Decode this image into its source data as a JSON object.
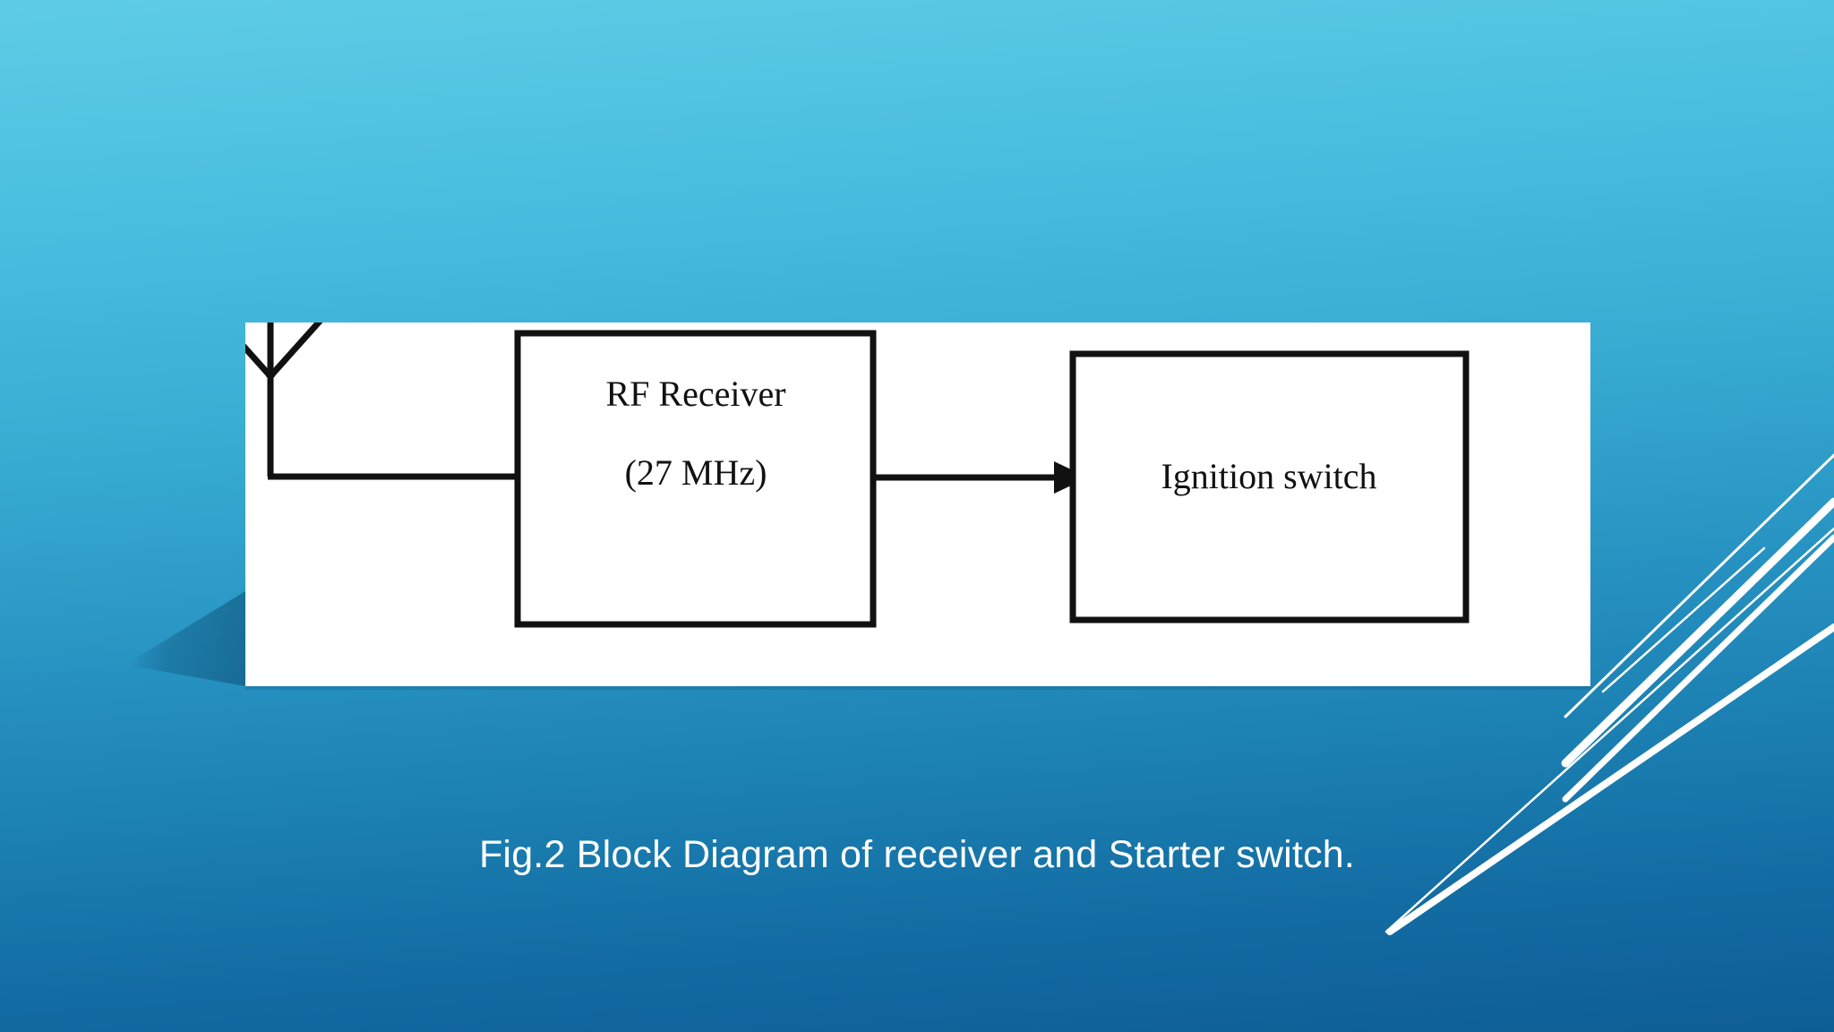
{
  "slide": {
    "background": {
      "gradient_top": "#5ECCE6",
      "gradient_bottom": "#0D5E95",
      "decor_line_color": "#FFFFFF"
    },
    "caption": "Fig.2 Block Diagram of receiver and Starter switch."
  },
  "diagram": {
    "panel_color": "#FFFFFF",
    "stroke_color": "#111111",
    "blocks": [
      {
        "id": "rf-receiver",
        "line1": "RF Receiver",
        "line2": "(27 MHz)"
      },
      {
        "id": "ignition-switch",
        "line1": "Ignition switch",
        "line2": ""
      }
    ],
    "antenna": {
      "name": "antenna-symbol"
    },
    "connections": [
      {
        "from": "antenna",
        "to": "rf-receiver",
        "arrow": false
      },
      {
        "from": "rf-receiver",
        "to": "ignition-switch",
        "arrow": true
      }
    ]
  }
}
